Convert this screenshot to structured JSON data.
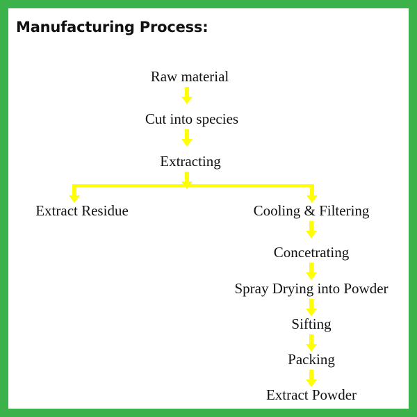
{
  "theme": {
    "border_color": "#3BB24A",
    "canvas_color": "#FFFFFF",
    "arrow_color": "#FFFF00",
    "text_color": "#121212"
  },
  "title": "Manufacturing Process:",
  "flow": {
    "main_chain": [
      {
        "id": "raw-material",
        "label": "Raw material"
      },
      {
        "id": "cut-into-species",
        "label": "Cut into species"
      },
      {
        "id": "extracting",
        "label": "Extracting"
      }
    ],
    "branch": {
      "left": {
        "id": "extract-residue",
        "label": "Extract Residue"
      },
      "right_chain": [
        {
          "id": "cooling-filtering",
          "label": "Cooling & Filtering"
        },
        {
          "id": "concetrating",
          "label": "Concetrating"
        },
        {
          "id": "spray-drying-into-powder",
          "label": "Spray Drying into Powder"
        },
        {
          "id": "sifting",
          "label": "Sifting"
        },
        {
          "id": "packing",
          "label": "Packing"
        },
        {
          "id": "extract-powder",
          "label": "Extract Powder"
        }
      ]
    }
  }
}
